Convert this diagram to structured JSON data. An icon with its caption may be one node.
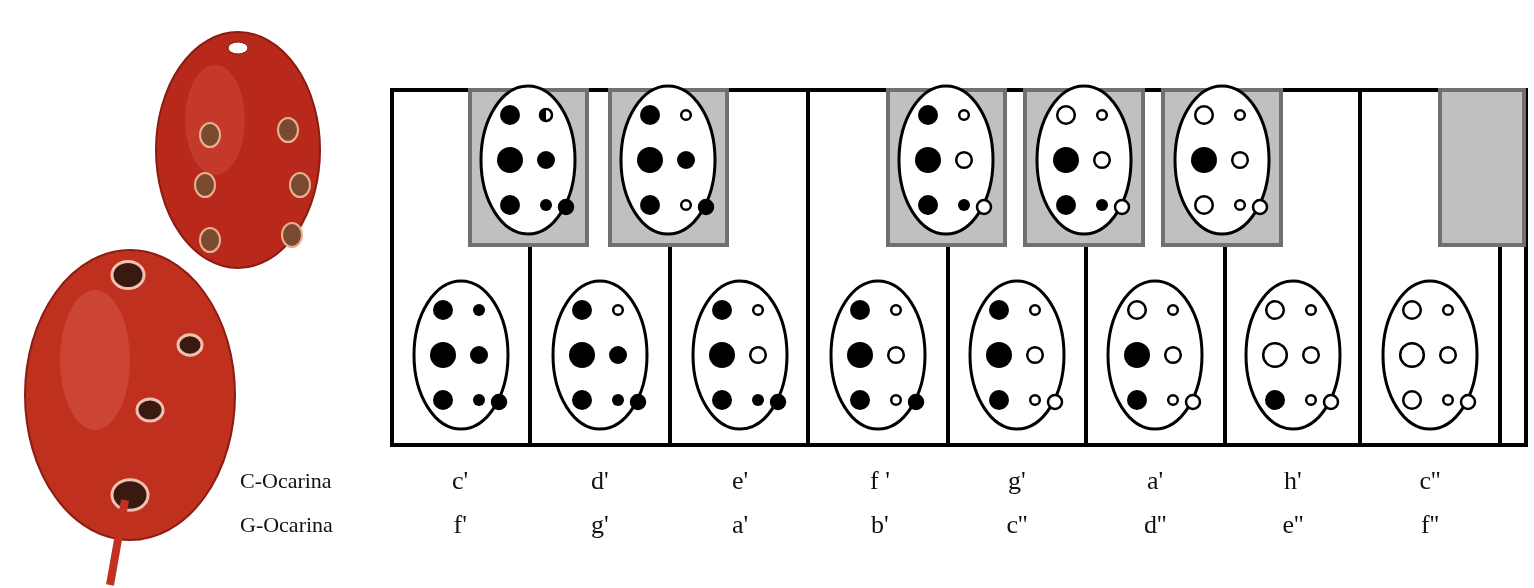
{
  "diagram": {
    "labels": [
      "C-Ocarina",
      "c'",
      "d'",
      "e'",
      "f '",
      "g'",
      "a'",
      "h'",
      "c''",
      "G-Ocarina",
      "f'",
      "g'",
      "a'",
      "b'",
      "c''",
      "d''",
      "e''",
      "f''"
    ]
  }
}
